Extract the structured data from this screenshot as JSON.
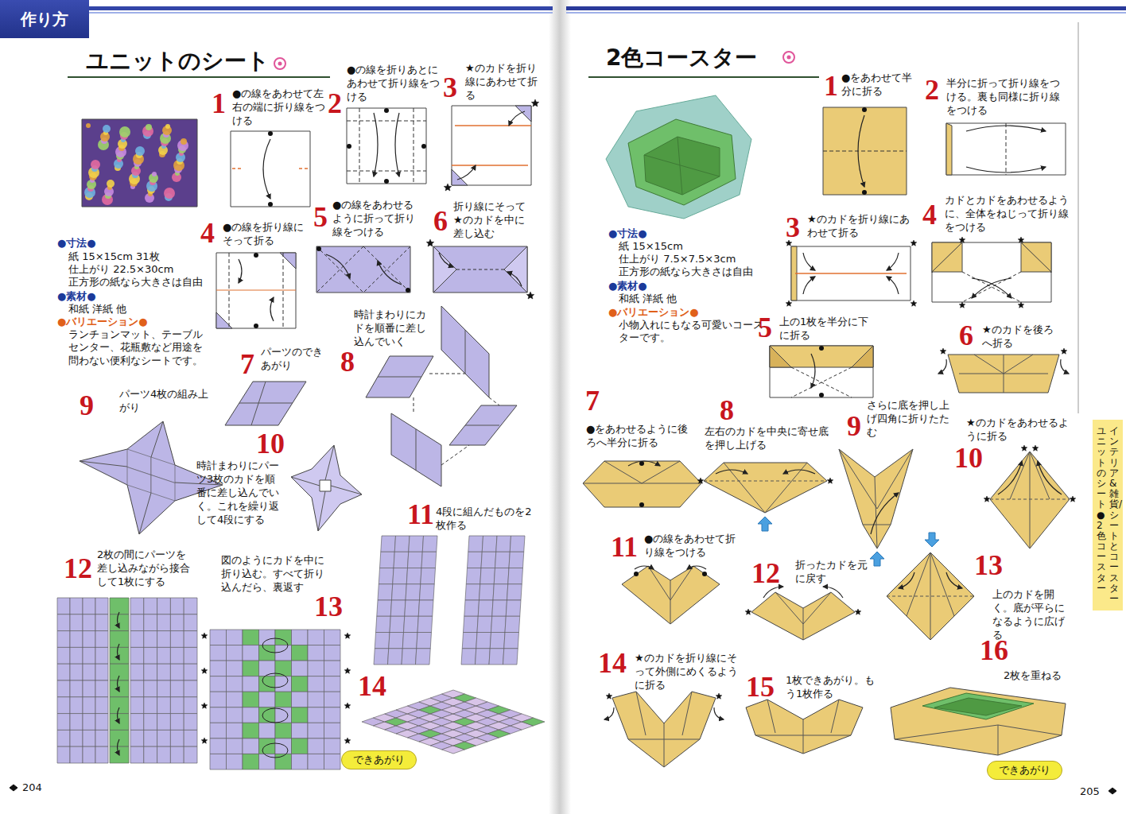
{
  "diagram": {
    "nodes": [
      {
        "text": [
          "作り方"
        ]
      },
      {
        "text": [
          "できあがり"
        ]
      },
      {
        "text": [
          "できあがり"
        ]
      },
      {
        "text": [
          "インテリア&雑貨/シートとコースター",
          "ユニットのシート●2色コースター"
        ]
      }
    ],
    "labels": [
      "ユニットのシート",
      "1",
      "●の線をあわせて左右の端に折り線をつける",
      "2",
      "●の線を折りあとにあわせて折り線をつける",
      "3",
      "★のカドを折り線にあわせて折る",
      "4",
      "●の線を折り線にそって折る",
      "5",
      "●の線をあわせるように折って折り線をつける",
      "6",
      "折り線にそって★のカドを中に差し込む",
      "●寸法●",
      "紙 15×15cm 31枚",
      "仕上がり 22.5×30cm",
      "正方形の紙なら大きさは自由",
      "●素材●",
      "和紙 洋紙 他",
      "●バリエーション●",
      "ランチョンマット、テーブルセンター、花瓶敷など用途を問わない便利なシートです。",
      "7",
      "パーツのできあがり",
      "8",
      "時計まわりにカドを順番に差し込んでいく",
      "9",
      "パーツ4枚の組み上がり",
      "10",
      "時計まわりにパーツ3枚のカドを順番に差し込んでいく。これを繰り返して4段にする",
      "11",
      "4段に組んだものを2枚作る",
      "12",
      "2枚の間にパーツを差し込みながら接合して1枚にする",
      "13",
      "図のようにカドを中に折り込む。すべて折り込んだら、裏返す",
      "14",
      "204",
      "2色コースター",
      "1",
      "●をあわせて半分に折る",
      "2",
      "半分に折って折り線をつける。裏も同様に折り線をつける",
      "3",
      "★のカドを折り線にあわせて折る",
      "4",
      "カドとカドをあわせるように、全体をねじって折り線をつける",
      "●寸法●",
      "紙 15×15cm",
      "仕上がり 7.5×7.5×3cm",
      "正方形の紙なら大きさは自由",
      "●素材●",
      "和紙 洋紙 他",
      "●バリエーション●",
      "小物入れにもなる可愛いコースターです。",
      "5",
      "上の1枚を半分に下に折る",
      "6",
      "★のカドを後ろへ折る",
      "7",
      "●をあわせるように後ろへ半分に折る",
      "8",
      "左右のカドを中央に寄せ底を押し上げる",
      "9",
      "さらに底を押し上げ四角に折りたたむ",
      "10",
      "★のカドをあわせるように折る",
      "11",
      "●の線をあわせて折り線をつける",
      "12",
      "折ったカドを元に戻す",
      "13",
      "上のカドを開く。底が平らになるように広げる",
      "14",
      "★のカドを折り線にそって外側にめくるように折る",
      "15",
      "1枚できあがり。もう1枚作る",
      "16",
      "2枚を重ねる",
      "205"
    ]
  }
}
